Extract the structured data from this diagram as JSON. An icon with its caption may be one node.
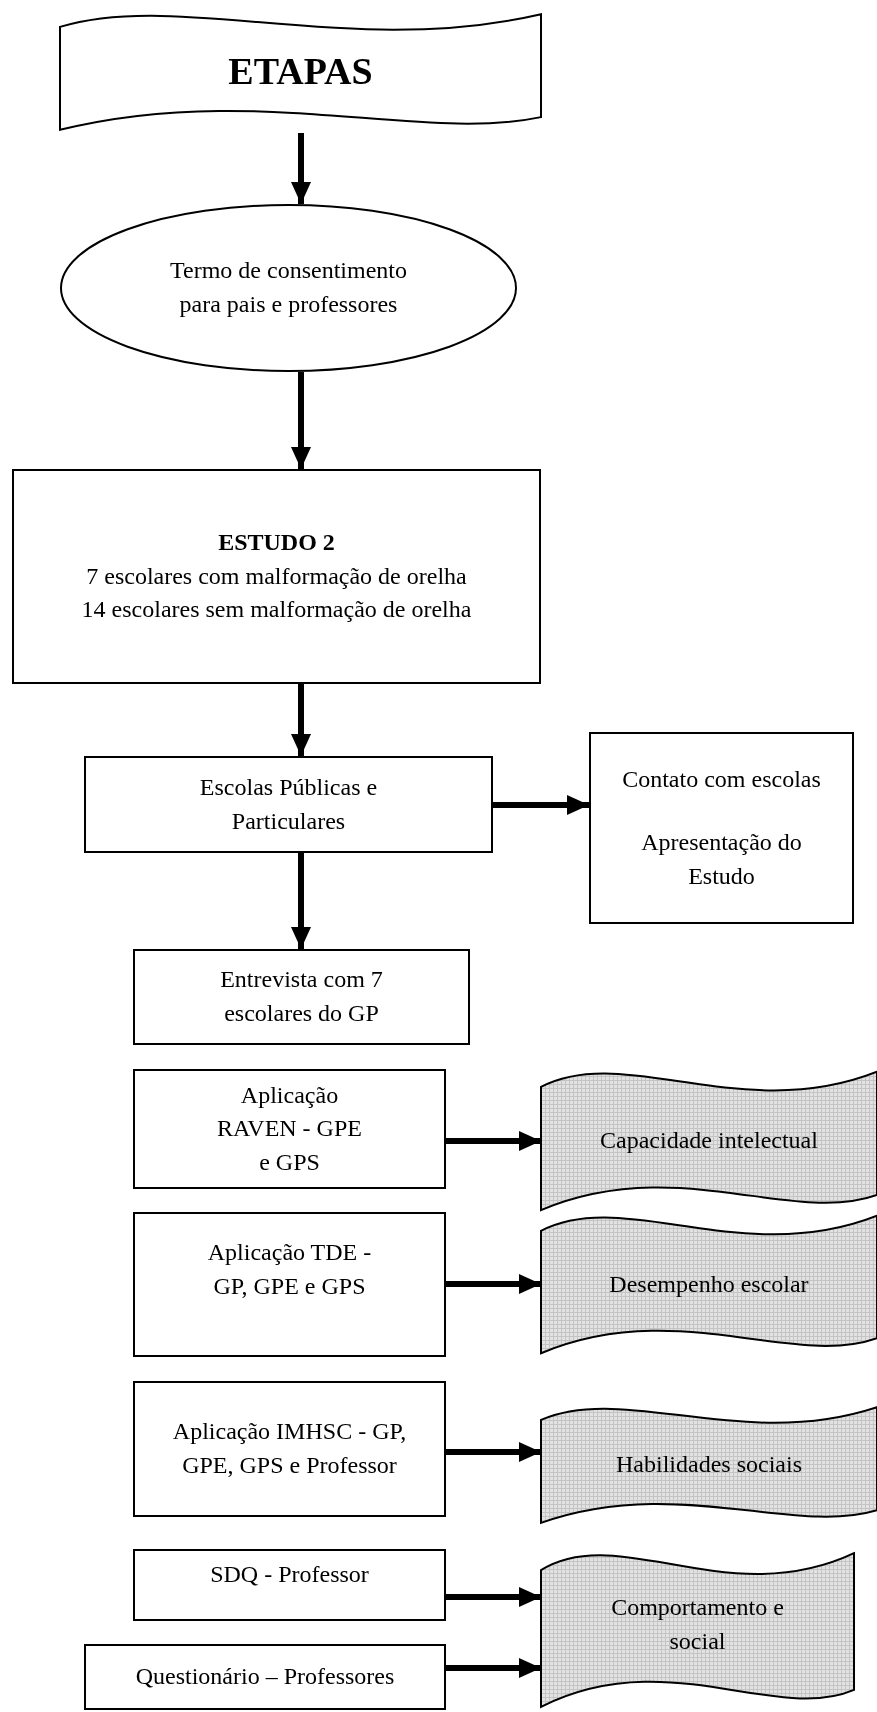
{
  "diagram": {
    "nodes": [
      {
        "text": [
          "ETAPAS"
        ]
      },
      {
        "text": [
          "Termo de consentimento para pais e professores"
        ]
      },
      {
        "text": [
          "ESTUDO 2",
          "7 escolares com malformação de orelha",
          "14 escolares sem malformação de orelha"
        ]
      },
      {
        "text": [
          "Escolas Públicas e Particulares"
        ]
      },
      {
        "text": [
          "Contato com escolas",
          "Apresentação do Estudo"
        ]
      },
      {
        "text": [
          "Entrevista com 7 escolares do GP"
        ]
      },
      {
        "text": [
          "Aplicação RAVEN - GPE e GPS"
        ]
      },
      {
        "text": [
          "Capacidade intelectual"
        ]
      },
      {
        "text": [
          "Aplicação TDE - GP, GPE e GPS"
        ]
      },
      {
        "text": [
          "Desempenho escolar"
        ]
      },
      {
        "text": [
          "Aplicação IMHSC - GP, GPE, GPS e Professor"
        ]
      },
      {
        "text": [
          "Habilidades sociais"
        ]
      },
      {
        "text": [
          "SDQ - Professor"
        ]
      },
      {
        "text": [
          "Questionário – Professores"
        ]
      },
      {
        "text": [
          "Comportamento e social"
        ]
      }
    ],
    "edges": [
      {
        "from": 0,
        "to": 1,
        "arrow": "to"
      },
      {
        "from": 1,
        "to": 2,
        "arrow": "to"
      },
      {
        "from": 2,
        "to": 3,
        "arrow": "to"
      },
      {
        "from": 3,
        "to": 4,
        "arrow": "to"
      },
      {
        "from": 3,
        "to": 5,
        "arrow": "to"
      },
      {
        "from": 6,
        "to": 7,
        "arrow": "to"
      },
      {
        "from": 8,
        "to": 9,
        "arrow": "to"
      },
      {
        "from": 10,
        "to": 11,
        "arrow": "to"
      },
      {
        "from": 12,
        "to": 14,
        "arrow": "to"
      },
      {
        "from": 13,
        "to": 14,
        "arrow": "to"
      }
    ]
  }
}
